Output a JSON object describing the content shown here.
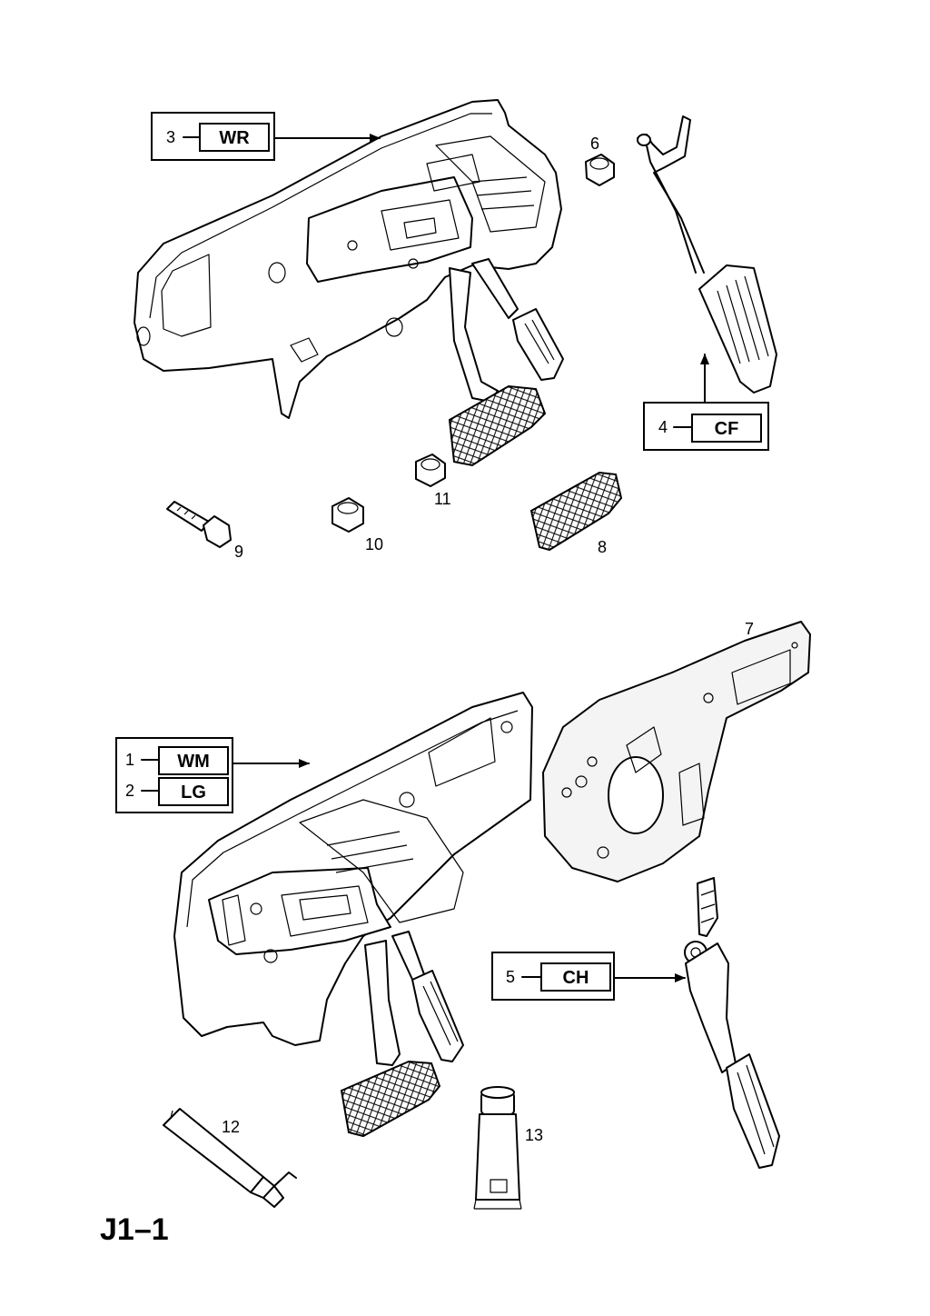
{
  "diagram": {
    "page_code": "J1–1",
    "callouts": {
      "c3": {
        "num": "3",
        "code": "WR"
      },
      "c4": {
        "num": "4",
        "code": "CF"
      },
      "c1": {
        "num": "1",
        "code": "WM"
      },
      "c2": {
        "num": "2",
        "code": "LG"
      },
      "c5": {
        "num": "5",
        "code": "CH"
      }
    },
    "labels": {
      "p6": "6",
      "p7": "7",
      "p8": "8",
      "p9": "9",
      "p10": "10",
      "p11": "11",
      "p12": "12",
      "p13": "13"
    }
  }
}
